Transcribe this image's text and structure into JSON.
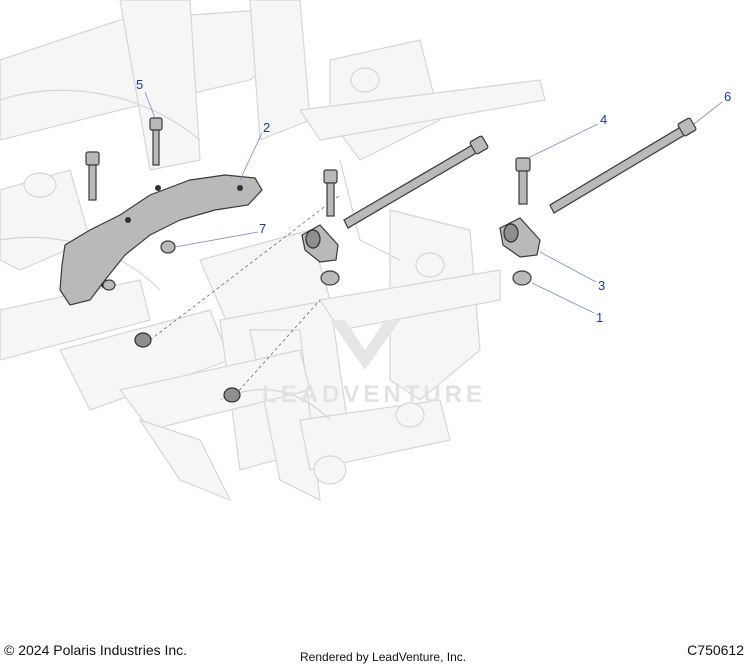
{
  "callouts": [
    {
      "id": "1",
      "label": "1"
    },
    {
      "id": "2",
      "label": "2"
    },
    {
      "id": "3",
      "label": "3"
    },
    {
      "id": "4",
      "label": "4"
    },
    {
      "id": "5",
      "label": "5"
    },
    {
      "id": "6",
      "label": "6"
    },
    {
      "id": "7",
      "label": "7"
    }
  ],
  "watermark": {
    "text": "LEADVENTURE"
  },
  "footer": {
    "copyright": "© 2024 Polaris Industries Inc.",
    "rendered_by": "Rendered by LeadVenture, Inc.",
    "figure_code": "C750612"
  },
  "colors": {
    "callout": "#1a3aa8",
    "part": "#b9b9b9",
    "frame": "#f6f6f6"
  }
}
